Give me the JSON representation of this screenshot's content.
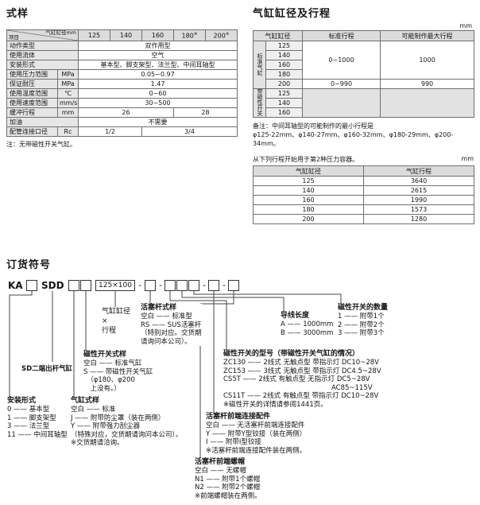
{
  "spec": {
    "title": "式样",
    "corner": {
      "top": "气缸缸径mm",
      "bottom": "项目"
    },
    "bores": [
      {
        "text": "125",
        "mark": ""
      },
      {
        "text": "140",
        "mark": ""
      },
      {
        "text": "160",
        "mark": ""
      },
      {
        "text": "180",
        "mark": "※"
      },
      {
        "text": "200",
        "mark": "※"
      }
    ],
    "rows": [
      {
        "label": "动作类型",
        "unit": "",
        "cells": [
          {
            "text": "双作用型",
            "span": 5
          }
        ]
      },
      {
        "label": "使用流体",
        "unit": "",
        "cells": [
          {
            "text": "空气",
            "span": 5
          }
        ]
      },
      {
        "label": "安装形式",
        "unit": "",
        "cells": [
          {
            "text": "基本型、脚支架型、法兰型、中间耳轴型",
            "span": 5
          }
        ]
      },
      {
        "label": "使用压力范围",
        "unit": "MPa",
        "cells": [
          {
            "text": "0.05~0.97",
            "span": 5
          }
        ]
      },
      {
        "label": "保证耐压",
        "unit": "MPa",
        "cells": [
          {
            "text": "1.47",
            "span": 5
          }
        ]
      },
      {
        "label": "使用温度范围",
        "unit": "℃",
        "cells": [
          {
            "text": "0~60",
            "span": 5
          }
        ]
      },
      {
        "label": "使用速度范围",
        "unit": "mm/s",
        "cells": [
          {
            "text": "30~500",
            "span": 5
          }
        ]
      },
      {
        "label": "缓冲行程",
        "unit": "mm",
        "cells": [
          {
            "text": "26",
            "span": 3
          },
          {
            "text": "28",
            "span": 2
          }
        ]
      },
      {
        "label": "加油",
        "unit": "",
        "cells": [
          {
            "text": "不需要",
            "span": 5
          }
        ]
      },
      {
        "label": "配管连接口径",
        "unit": "Rc",
        "cells": [
          {
            "text": "1/2",
            "span": 2
          },
          {
            "text": "3/4",
            "span": 3
          }
        ]
      }
    ],
    "footnote": "注：无带磁性开关气缸。"
  },
  "stroke": {
    "title": "气缸缸径及行程",
    "unit": "mm",
    "table": {
      "headers": [
        "气缸缸径",
        "标准行程",
        "可能制作最大行程"
      ],
      "groups": [
        {
          "label": "标准气缸",
          "rows": [
            "125",
            "140",
            "160",
            "180",
            "200"
          ],
          "spans": [
            {
              "rows": 4,
              "std": "0~1000",
              "max": "1000"
            },
            {
              "rows": 1,
              "std": "0~990",
              "max": "990"
            }
          ]
        },
        {
          "label": "带磁性开关",
          "rows": [
            "125",
            "140",
            "160"
          ],
          "spans": [
            {
              "rows": 3,
              "std": "",
              "max": ""
            }
          ]
        }
      ]
    },
    "remark": [
      "备注：中间耳轴型的可能制作的最小行程是",
      "φ125-22mm、φ140-27mm、φ160-32mm、φ180-29mm、φ200-34mm。"
    ],
    "pressure_note": "从下列行程开始用于第2种压力容器。",
    "pressure_unit": "mm",
    "pressure_table": {
      "headers": [
        "气缸缸径",
        "气缸行程"
      ],
      "rows": [
        [
          "125",
          "3640"
        ],
        [
          "140",
          "2615"
        ],
        [
          "160",
          "1990"
        ],
        [
          "180",
          "1573"
        ],
        [
          "200",
          "1280"
        ]
      ]
    }
  },
  "order": {
    "title": "订货符号",
    "code": {
      "parts": [
        {
          "type": "text",
          "value": "KA",
          "x": 10,
          "name": "code-prefix"
        },
        {
          "type": "box",
          "value": "",
          "x": 33,
          "w": 14,
          "name": "code-box-mounting"
        },
        {
          "type": "text",
          "value": "SDD",
          "x": 52,
          "name": "code-series"
        },
        {
          "type": "box",
          "value": "",
          "x": 86,
          "w": 14,
          "name": "code-box-cylinder-style"
        },
        {
          "type": "box",
          "value": "",
          "x": 101,
          "w": 14,
          "name": "code-box-switch-style"
        },
        {
          "type": "box",
          "value": "125×100",
          "x": 120,
          "w": 50,
          "name": "code-box-bore-stroke"
        },
        {
          "type": "dash",
          "value": "-",
          "x": 172,
          "name": "code-dash"
        },
        {
          "type": "box",
          "value": "",
          "x": 182,
          "w": 14,
          "name": "code-box-rod-style"
        },
        {
          "type": "dash",
          "value": "-",
          "x": 198,
          "name": "code-dash"
        },
        {
          "type": "box",
          "value": "",
          "x": 207,
          "w": 14,
          "name": "code-box-switch-model"
        },
        {
          "type": "box",
          "value": "",
          "x": 222,
          "w": 14,
          "name": "code-box-lead-length"
        },
        {
          "type": "box",
          "value": "",
          "x": 237,
          "w": 14,
          "name": "code-box-switch-qty"
        },
        {
          "type": "dash",
          "value": "-",
          "x": 253,
          "name": "code-dash"
        },
        {
          "type": "box",
          "value": "",
          "x": 262,
          "w": 14,
          "name": "code-box-rod-end-fitting"
        },
        {
          "type": "dash",
          "value": "-",
          "x": 278,
          "name": "code-dash"
        },
        {
          "type": "box",
          "value": "",
          "x": 287,
          "w": 14,
          "name": "code-box-rod-end-nut"
        }
      ]
    },
    "blocks": {
      "bore_stroke": {
        "lines": [
          "气缸缸径",
          "×",
          "行程"
        ]
      },
      "rod_style": {
        "title": "活塞杆式样",
        "items": [
          "空白 —— 标准型",
          "RS —— SUS活塞杆",
          "（特别对应。交货期",
          "请询问本公司）。"
        ]
      },
      "switch_style": {
        "title": "磁性开关式样",
        "items": [
          "空白 —— 标准气缸",
          "S —— 带磁性开关气缸",
          "　（φ180、φ200",
          "　上没有。）"
        ]
      },
      "series": {
        "label": "SD二端出杆气缸"
      },
      "mounting": {
        "title": "安装形式",
        "items": [
          "0 —— 基本型",
          "1 —— 脚支架型",
          "3 —— 法兰型",
          "11 —— 中间耳轴型"
        ]
      },
      "cyl_style": {
        "title": "气缸式样",
        "items": [
          "空白 —— 标准",
          "J —— 附带防尘罩（装在两侧）",
          "Y —— 附带强力刮尘器",
          "（特殊对应，交货期请询问本公司）。",
          "※交货期请洽询。"
        ]
      },
      "lead_length": {
        "title": "导线长度",
        "items": [
          "A —— 1000mm",
          "B —— 3000mm"
        ]
      },
      "switch_qty": {
        "title": "磁性开关的数量",
        "items": [
          "1 —— 附带1个",
          "2 —— 附带2个",
          "3 —— 附带3个"
        ]
      },
      "switch_model": {
        "title": "磁性开关的型号（带磁性开关气缸的情况）",
        "items": [
          "ZC130 —— 2线式 无触点型 带指示灯 DC10~28V",
          "ZC153 —— 3线式 无触点型 带指示灯 DC4.5~28V",
          "CS5T —— 2线式 有触点型 无指示灯 DC5~28V",
          "　　　　　　　　　　　　　　　　AC85~115V",
          "CS11T —— 2线式 有触点型 带指示灯 DC10~28V",
          "※磁性开关的详情请参阅1441页。"
        ]
      },
      "rod_end_fitting": {
        "title": "活塞杆前端连接配件",
        "items": [
          "空白 —— 无活塞杆前端连接配件",
          "Y —— 附带Y型铰接（装在两侧）",
          "I —— 附带I型铰接",
          "※活塞杆前端连接配件装在两侧。"
        ]
      },
      "rod_end_nut": {
        "title": "活塞杆前端螺帽",
        "items": [
          "空白 —— 无螺帽",
          "N1 —— 附带1个螺帽",
          "N2 —— 附带2个螺帽",
          "※前端螺帽装在两侧。"
        ]
      }
    }
  }
}
